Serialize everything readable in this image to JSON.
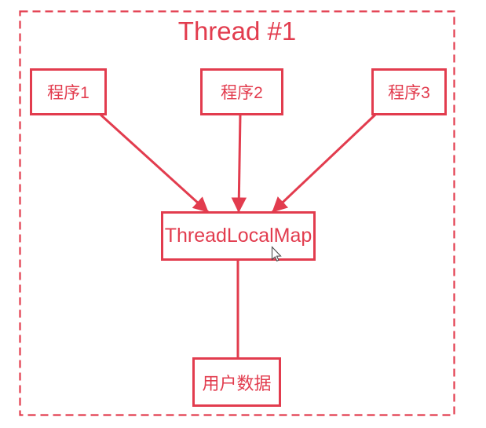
{
  "diagram": {
    "title": "Thread #1",
    "accent_color": "#e23c4e",
    "background_color": "#ffffff",
    "nodes": {
      "program1": {
        "label": "程序1"
      },
      "program2": {
        "label": "程序2"
      },
      "program3": {
        "label": "程序3"
      },
      "threadLocalMap": {
        "label": "ThreadLocalMap"
      },
      "userData": {
        "label": "用户数据"
      }
    },
    "edges": [
      {
        "from": "程序1",
        "to": "ThreadLocalMap",
        "style": "arrow"
      },
      {
        "from": "程序2",
        "to": "ThreadLocalMap",
        "style": "arrow"
      },
      {
        "from": "程序3",
        "to": "ThreadLocalMap",
        "style": "arrow"
      },
      {
        "from": "ThreadLocalMap",
        "to": "用户数据",
        "style": "plain-line"
      }
    ],
    "cursor": {
      "icon": "arrow-pointer"
    }
  }
}
